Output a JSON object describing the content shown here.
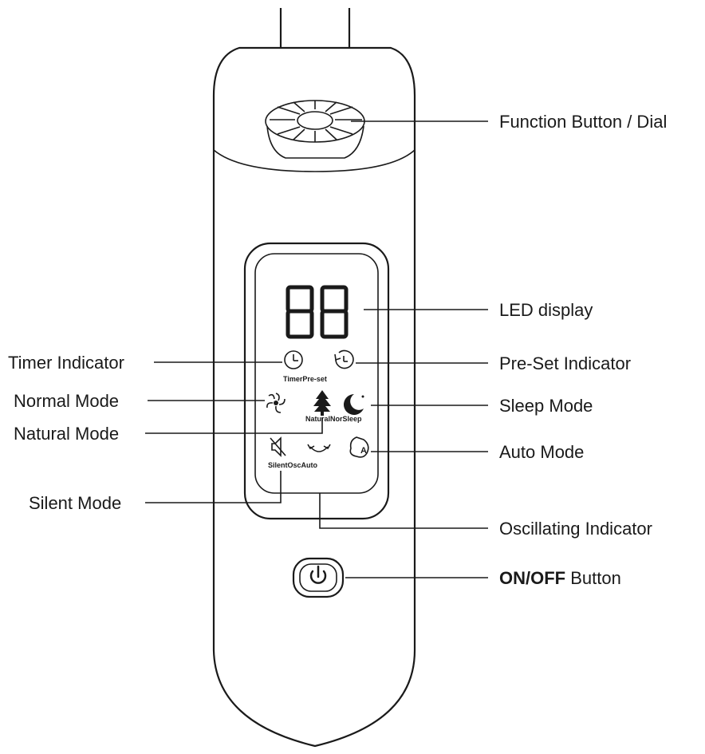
{
  "callouts": {
    "function_button": "Function Button / Dial",
    "led_display": "LED display",
    "preset_indicator": "Pre-Set Indicator",
    "sleep_mode": "Sleep Mode",
    "auto_mode": "Auto Mode",
    "oscillating_indicator": "Oscillating Indicator",
    "onoff_bold": "ON/OFF",
    "onoff_rest": " Button",
    "timer_indicator": "Timer Indicator",
    "normal_mode": "Normal Mode",
    "natural_mode": "Natural Mode",
    "silent_mode": "Silent Mode"
  },
  "panel": {
    "display_value": "88",
    "labels_row1": "TimerPre-set",
    "labels_row2": "NaturalNorSleep",
    "labels_row3": "SilentOscAuto",
    "auto_letter": "A"
  },
  "icons": [
    "clock-icon",
    "clock-preset-icon",
    "fan-icon",
    "tree-icon",
    "moon-icon",
    "speaker-mute-icon",
    "oscillate-arrow-icon",
    "auto-fan-icon",
    "power-icon"
  ]
}
